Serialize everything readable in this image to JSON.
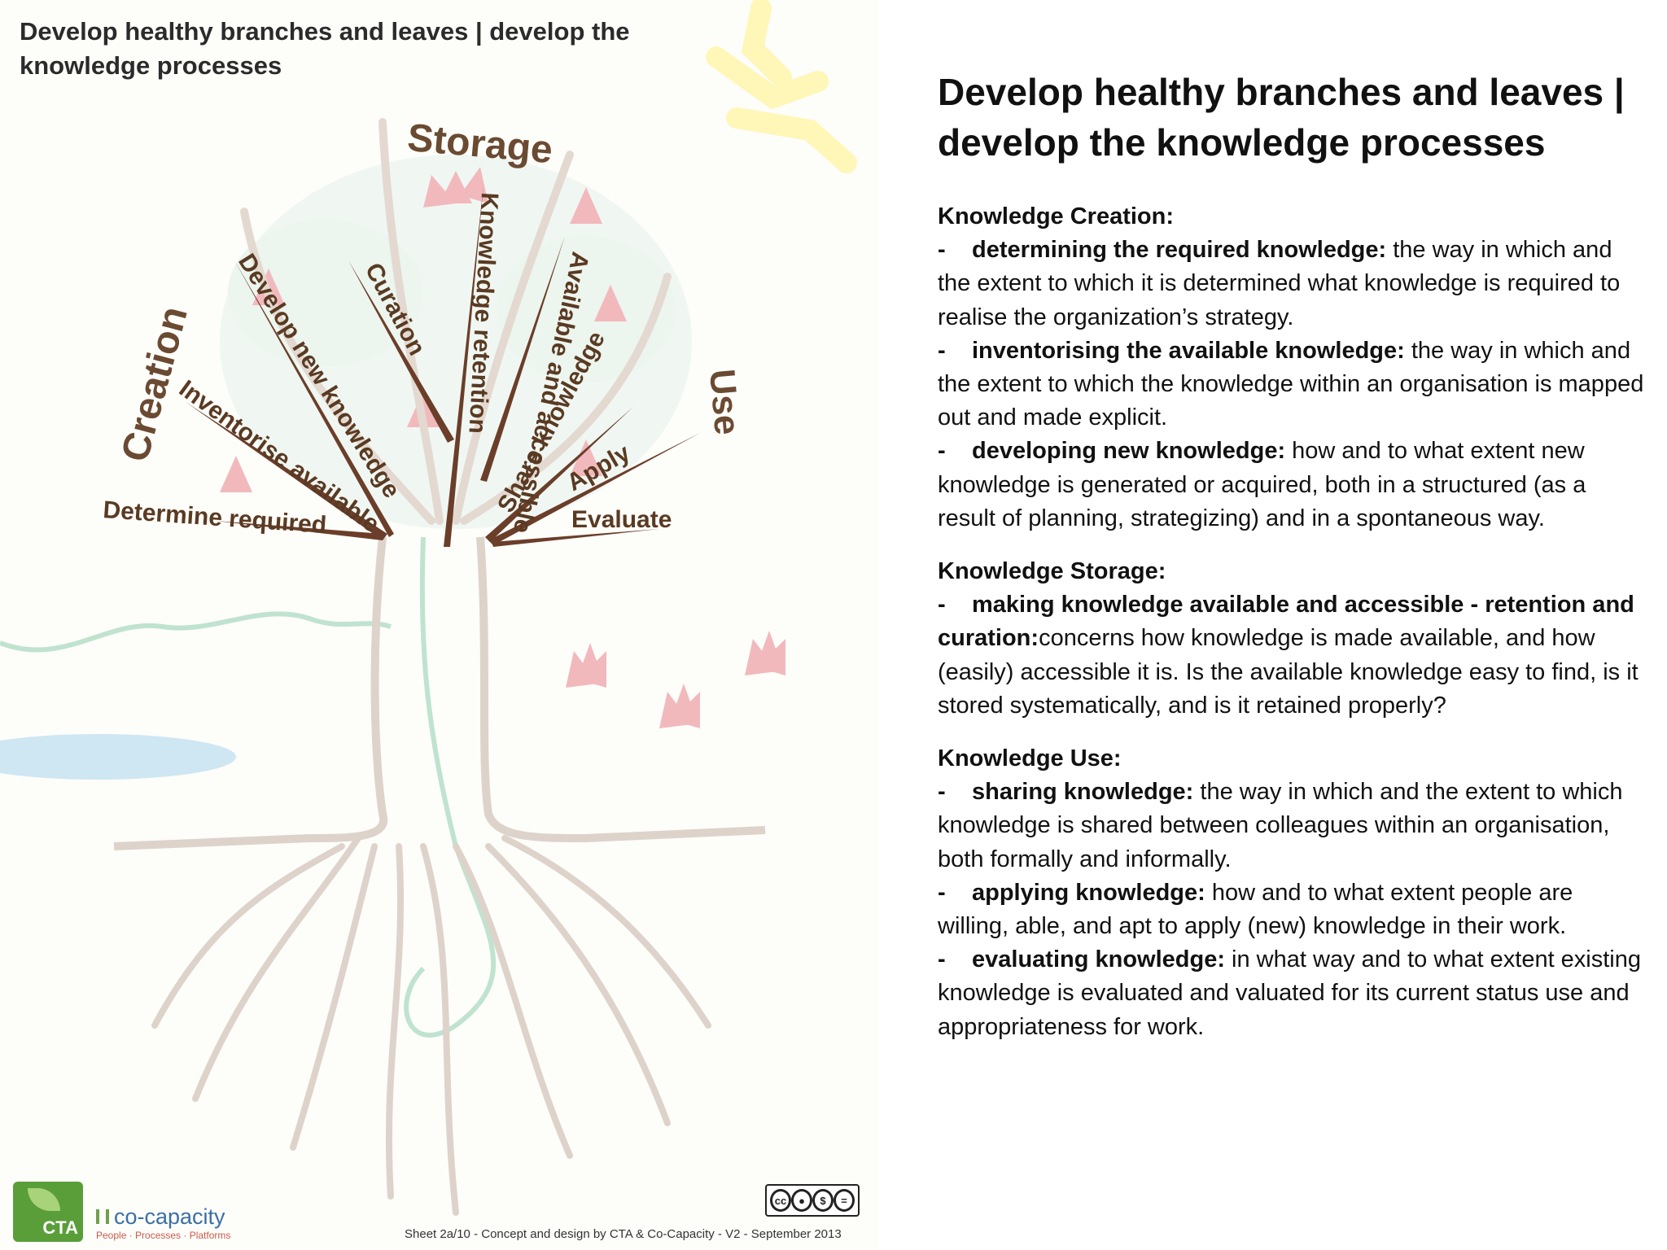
{
  "sheet": {
    "title": "Develop healthy branches and leaves | develop the knowledge processes",
    "credit": "Sheet 2a/10 - Concept and design by CTA & Co-Capacity - V2 - September 2013"
  },
  "tree": {
    "groups": {
      "storage": "Storage",
      "creation": "Creation",
      "use": "Use"
    },
    "branches": {
      "determine": "Determine required",
      "inventorise": "Inventorise available",
      "develop": "Develop new knowledge",
      "curation": "Curation",
      "retention": "Knowledge retention",
      "available": "Available and accessible",
      "share": "Share knowledge",
      "apply": "Apply",
      "evaluate": "Evaluate"
    },
    "colors": {
      "branch": "#6b3e2a",
      "label": "#5a3a22",
      "roots": "#d9cfc6",
      "stream": "#bfe3cf",
      "water": "#cfe6f3",
      "flower": "#f2b9bd",
      "sun": "#fff7b8"
    }
  },
  "logos": {
    "cta": "CTA",
    "cocapacity": "co-capacity",
    "cocapacity_tagline": "People · Processes · Platforms",
    "license_badges": [
      "cc",
      "by",
      "nc",
      "nd"
    ]
  },
  "article": {
    "title": "Develop healthy branches and leaves | develop the knowledge processes",
    "sections": [
      {
        "heading": "Knowledge Creation:",
        "items": [
          {
            "term": "determining the required knowledge:",
            "text": " the way in which and the extent to which it is determined what knowledge is required to realise the organization’s strategy."
          },
          {
            "term": "inventorising the available knowledge:",
            "text": " the way in which and the extent to which the knowledge within an organisation is mapped out and made explicit."
          },
          {
            "term": "developing new knowledge:",
            "text": " how and to what extent new knowledge is generated or acquired, both in a structured (as a result of planning, strategizing) and in a spontaneous way."
          }
        ]
      },
      {
        "heading": "Knowledge Storage:",
        "items": [
          {
            "term": "making knowledge available and accessible - retention and curation:",
            "text": "concerns how knowledge is made available, and how (easily) accessible it is. Is the available knowledge easy to find, is it stored systematically, and is it retained properly?"
          }
        ]
      },
      {
        "heading": "Knowledge Use:",
        "items": [
          {
            "term": "sharing knowledge:",
            "text": " the way in which and the extent to which knowledge is shared between colleagues within an organisation, both formally and informally."
          },
          {
            "term": "applying knowledge:",
            "text": " how and to what extent people are willing, able, and apt to apply (new) knowledge in their work."
          },
          {
            "term": "evaluating knowledge:",
            "text": " in what way and to what extent existing knowledge is evaluated and valuated for its current status use and appropriateness for work."
          }
        ]
      }
    ]
  }
}
